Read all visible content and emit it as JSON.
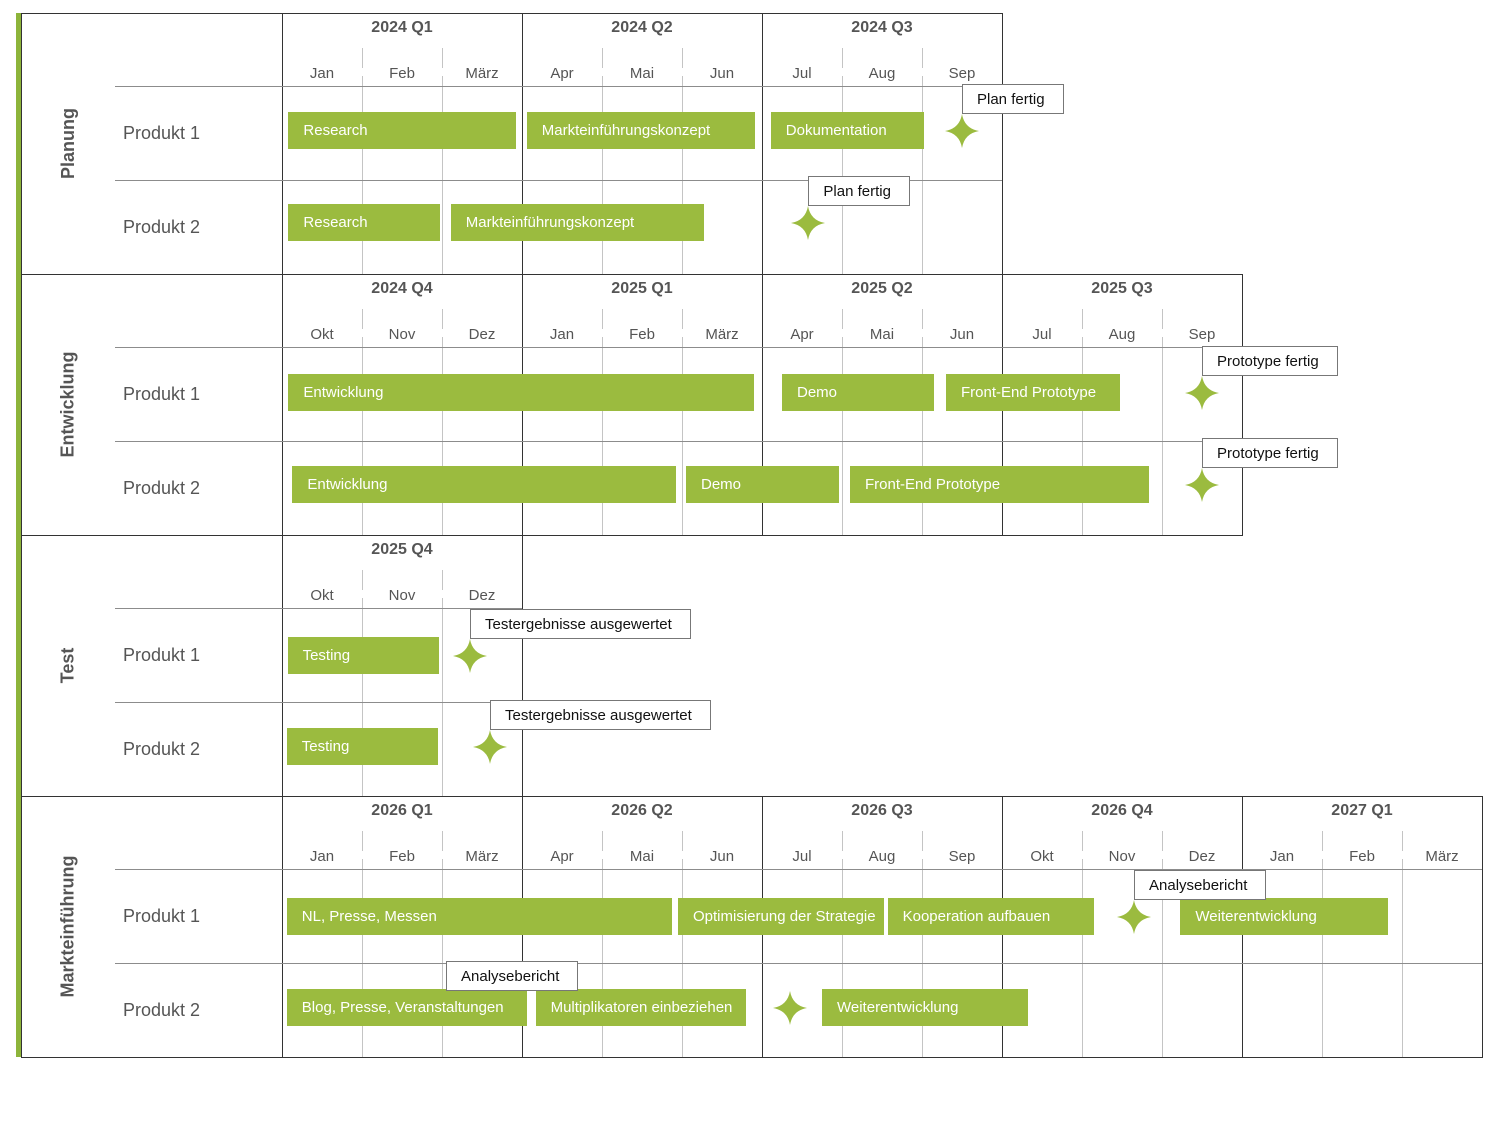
{
  "colors": {
    "accent": "#8db43a",
    "bar": "#9bbb3f",
    "milestone": "#9bbb3f",
    "frame": "#333333",
    "minorGrid": "#c4c4c4",
    "text": "#555555"
  },
  "phases": [
    {
      "name": "Planung",
      "quarters": [
        "2024 Q1",
        "2024 Q2",
        "2024 Q3"
      ],
      "months": [
        "Jan",
        "Feb",
        "März",
        "Apr",
        "Mai",
        "Jun",
        "Jul",
        "Aug",
        "Sep"
      ],
      "rows": [
        {
          "label": "Produkt 1",
          "bars": [
            {
              "label": "Research",
              "start": 0.08,
              "end": 2.92
            },
            {
              "label": "Markteinführungskonzept",
              "start": 3.06,
              "end": 5.91
            },
            {
              "label": "Dokumentation",
              "start": 6.11,
              "end": 8.02
            }
          ],
          "milestones": [
            {
              "at": 8.5,
              "label": "Plan fertig"
            }
          ]
        },
        {
          "label": "Produkt 2",
          "bars": [
            {
              "label": "Research",
              "start": 0.08,
              "end": 1.97
            },
            {
              "label": "Markteinführungskonzept",
              "start": 2.11,
              "end": 5.27
            }
          ],
          "milestones": [
            {
              "at": 6.58,
              "label": "Plan fertig"
            }
          ]
        }
      ]
    },
    {
      "name": "Entwicklung",
      "quarters": [
        "2024 Q4",
        "2025 Q1",
        "2025 Q2",
        "2025 Q3"
      ],
      "months": [
        "Okt",
        "Nov",
        "Dez",
        "Jan",
        "Feb",
        "März",
        "Apr",
        "Mai",
        "Jun",
        "Jul",
        "Aug",
        "Sep"
      ],
      "rows": [
        {
          "label": "Produkt 1",
          "bars": [
            {
              "label": "Entwicklung",
              "start": 0.08,
              "end": 5.9
            },
            {
              "label": "Demo",
              "start": 6.25,
              "end": 8.15
            },
            {
              "label": "Front-End Prototype",
              "start": 8.3,
              "end": 10.48
            }
          ],
          "milestones": [
            {
              "at": 11.5,
              "label": "Prototype fertig"
            }
          ]
        },
        {
          "label": "Produkt 2",
          "bars": [
            {
              "label": "Entwicklung",
              "start": 0.13,
              "end": 4.93
            },
            {
              "label": "Demo",
              "start": 5.05,
              "end": 6.96
            },
            {
              "label": "Front-End Prototype",
              "start": 7.1,
              "end": 10.84
            }
          ],
          "milestones": [
            {
              "at": 11.5,
              "label": "Prototype fertig"
            }
          ]
        }
      ]
    },
    {
      "name": "Test",
      "quarters": [
        "2025 Q4"
      ],
      "months": [
        "Okt",
        "Nov",
        "Dez"
      ],
      "rows": [
        {
          "label": "Produkt 1",
          "bars": [
            {
              "label": "Testing",
              "start": 0.07,
              "end": 1.96
            }
          ],
          "milestones": [
            {
              "at": 2.35,
              "label": "Testergebnisse ausgewertet"
            }
          ]
        },
        {
          "label": "Produkt 2",
          "bars": [
            {
              "label": "Testing",
              "start": 0.06,
              "end": 1.95
            }
          ],
          "milestones": [
            {
              "at": 2.6,
              "label": "Testergebnisse ausgewertet"
            }
          ]
        }
      ]
    },
    {
      "name": "Markteinführung",
      "quarters": [
        "2026 Q1",
        "2026 Q2",
        "2026 Q3",
        "2026 Q4",
        "2027 Q1"
      ],
      "months": [
        "Jan",
        "Feb",
        "März",
        "Apr",
        "Mai",
        "Jun",
        "Jul",
        "Aug",
        "Sep",
        "Okt",
        "Nov",
        "Dez",
        "Jan",
        "Feb",
        "März"
      ],
      "rows": [
        {
          "label": "Produkt 1",
          "bars": [
            {
              "label": "NL, Presse, Messen",
              "start": 0.06,
              "end": 4.87
            },
            {
              "label": "Optimisierung der Strategie",
              "start": 4.95,
              "end": 7.52
            },
            {
              "label": "Kooperation aufbauen",
              "start": 7.57,
              "end": 10.15
            },
            {
              "label": "Weiterentwicklung",
              "start": 11.23,
              "end": 13.83
            }
          ],
          "milestones": [
            {
              "at": 10.65,
              "label": "Analysebericht"
            }
          ]
        },
        {
          "label": "Produkt 2",
          "bars": [
            {
              "label": "Blog, Presse, Veranstaltungen",
              "start": 0.06,
              "end": 3.06
            },
            {
              "label": "Multiplikatoren einbeziehen",
              "start": 3.17,
              "end": 5.8
            },
            {
              "label": "Weiterentwicklung",
              "start": 6.75,
              "end": 9.33
            }
          ],
          "milestones": [
            {
              "at": 6.35,
              "label": "Analysebericht"
            }
          ]
        }
      ]
    }
  ]
}
